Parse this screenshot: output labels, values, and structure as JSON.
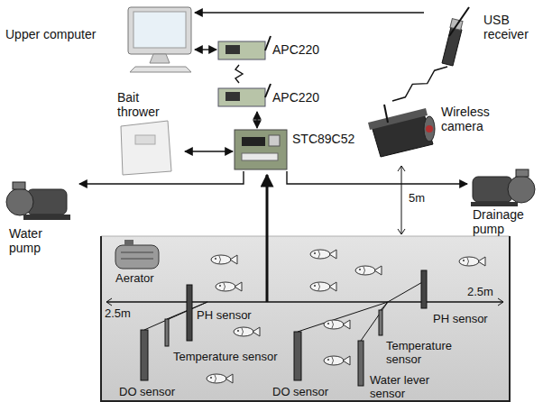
{
  "diagram": {
    "nodes": [
      {
        "text": [
          "Upper computer"
        ]
      },
      {
        "text": [
          "USB receiver"
        ]
      },
      {
        "text": [
          "APC220"
        ]
      },
      {
        "text": [
          "Bait thrower"
        ]
      },
      {
        "text": [
          "APC220"
        ]
      },
      {
        "text": [
          "Wireless camera"
        ]
      },
      {
        "text": [
          "STC89C52"
        ]
      },
      {
        "text": [
          "Water pump"
        ]
      },
      {
        "text": [
          "Drainage pump"
        ]
      }
    ],
    "edges": [
      {
        "from": 1,
        "to": 0,
        "arrow": "to"
      },
      {
        "from": 0,
        "to": 2,
        "arrow": "both"
      },
      {
        "from": 2,
        "to": 4,
        "arrow": "none"
      },
      {
        "from": 5,
        "to": 1,
        "arrow": "none"
      },
      {
        "from": 4,
        "to": 6,
        "arrow": "both"
      },
      {
        "from": 3,
        "to": 6,
        "arrow": "both"
      },
      {
        "from": 6,
        "to": 7,
        "arrow": "to"
      },
      {
        "from": 6,
        "to": 8,
        "arrow": "to"
      }
    ],
    "labels": [
      "Aerator",
      "2.5m",
      "PH sensor",
      "Temperature sensor",
      "DO sensor",
      "5m",
      "2.5m",
      "PH sensor",
      "Temperature sensor",
      "DO sensor",
      "Water lever sensor"
    ]
  }
}
